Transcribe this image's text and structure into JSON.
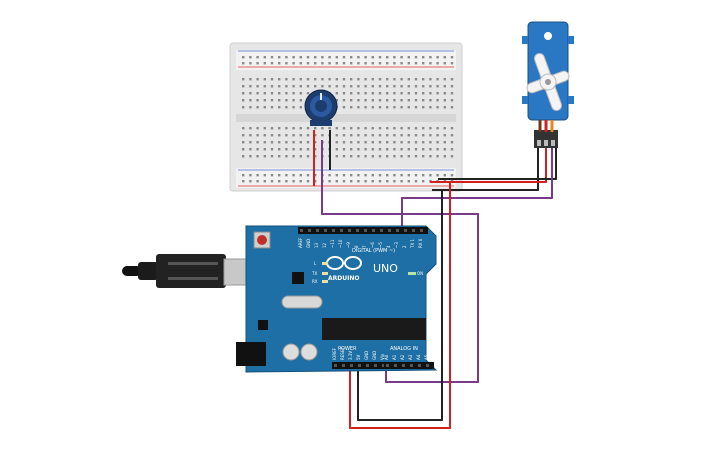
{
  "arduino": {
    "brand": "ARDUINO",
    "model": "UNO",
    "digital_header_label": "DIGITAL (PWM ~)",
    "power_label": "POWER",
    "analog_label": "ANALOG IN",
    "on_label": "ON",
    "tx_label": "TX",
    "rx_label": "RX",
    "l_label": "L",
    "digital_pins": [
      "AREF",
      "GND",
      "13",
      "12",
      "~11",
      "~10",
      "~9",
      "8",
      "7",
      "~6",
      "~5",
      "4",
      "~3",
      "2",
      "TX 1",
      "RX 0"
    ],
    "power_pins": [
      "IOREF",
      "RESET",
      "3.3V",
      "5V",
      "GND",
      "GND",
      "Vin"
    ],
    "analog_pins": [
      "A0",
      "A1",
      "A2",
      "A3",
      "A4",
      "A5"
    ]
  },
  "wires": {
    "red": "#d0201f",
    "black": "#222222",
    "purple": "#7a3a8c",
    "servo_signal": "#e8861a"
  },
  "colors": {
    "board": "#1d6fa5",
    "breadboard": "#e9e9e9",
    "servo": "#2a77c4"
  }
}
